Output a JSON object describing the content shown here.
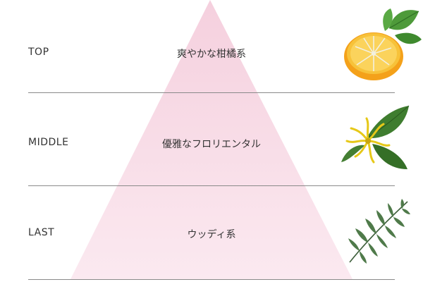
{
  "colors": {
    "pyramid_top": "#f7d6e2",
    "pyramid_mid": "#f8dce6",
    "pyramid_bottom": "#fbe6ee",
    "divider": "#8a8a8a"
  },
  "tiers": [
    {
      "label": "TOP",
      "description": "爽やかな柑橘系",
      "icon": "orange-illustration"
    },
    {
      "label": "MIDDLE",
      "description": "優雅なフロリエンタル",
      "icon": "ylang-ylang-flower-illustration"
    },
    {
      "label": "LAST",
      "description": "ウッディ系",
      "icon": "fern-leaf-illustration"
    }
  ]
}
